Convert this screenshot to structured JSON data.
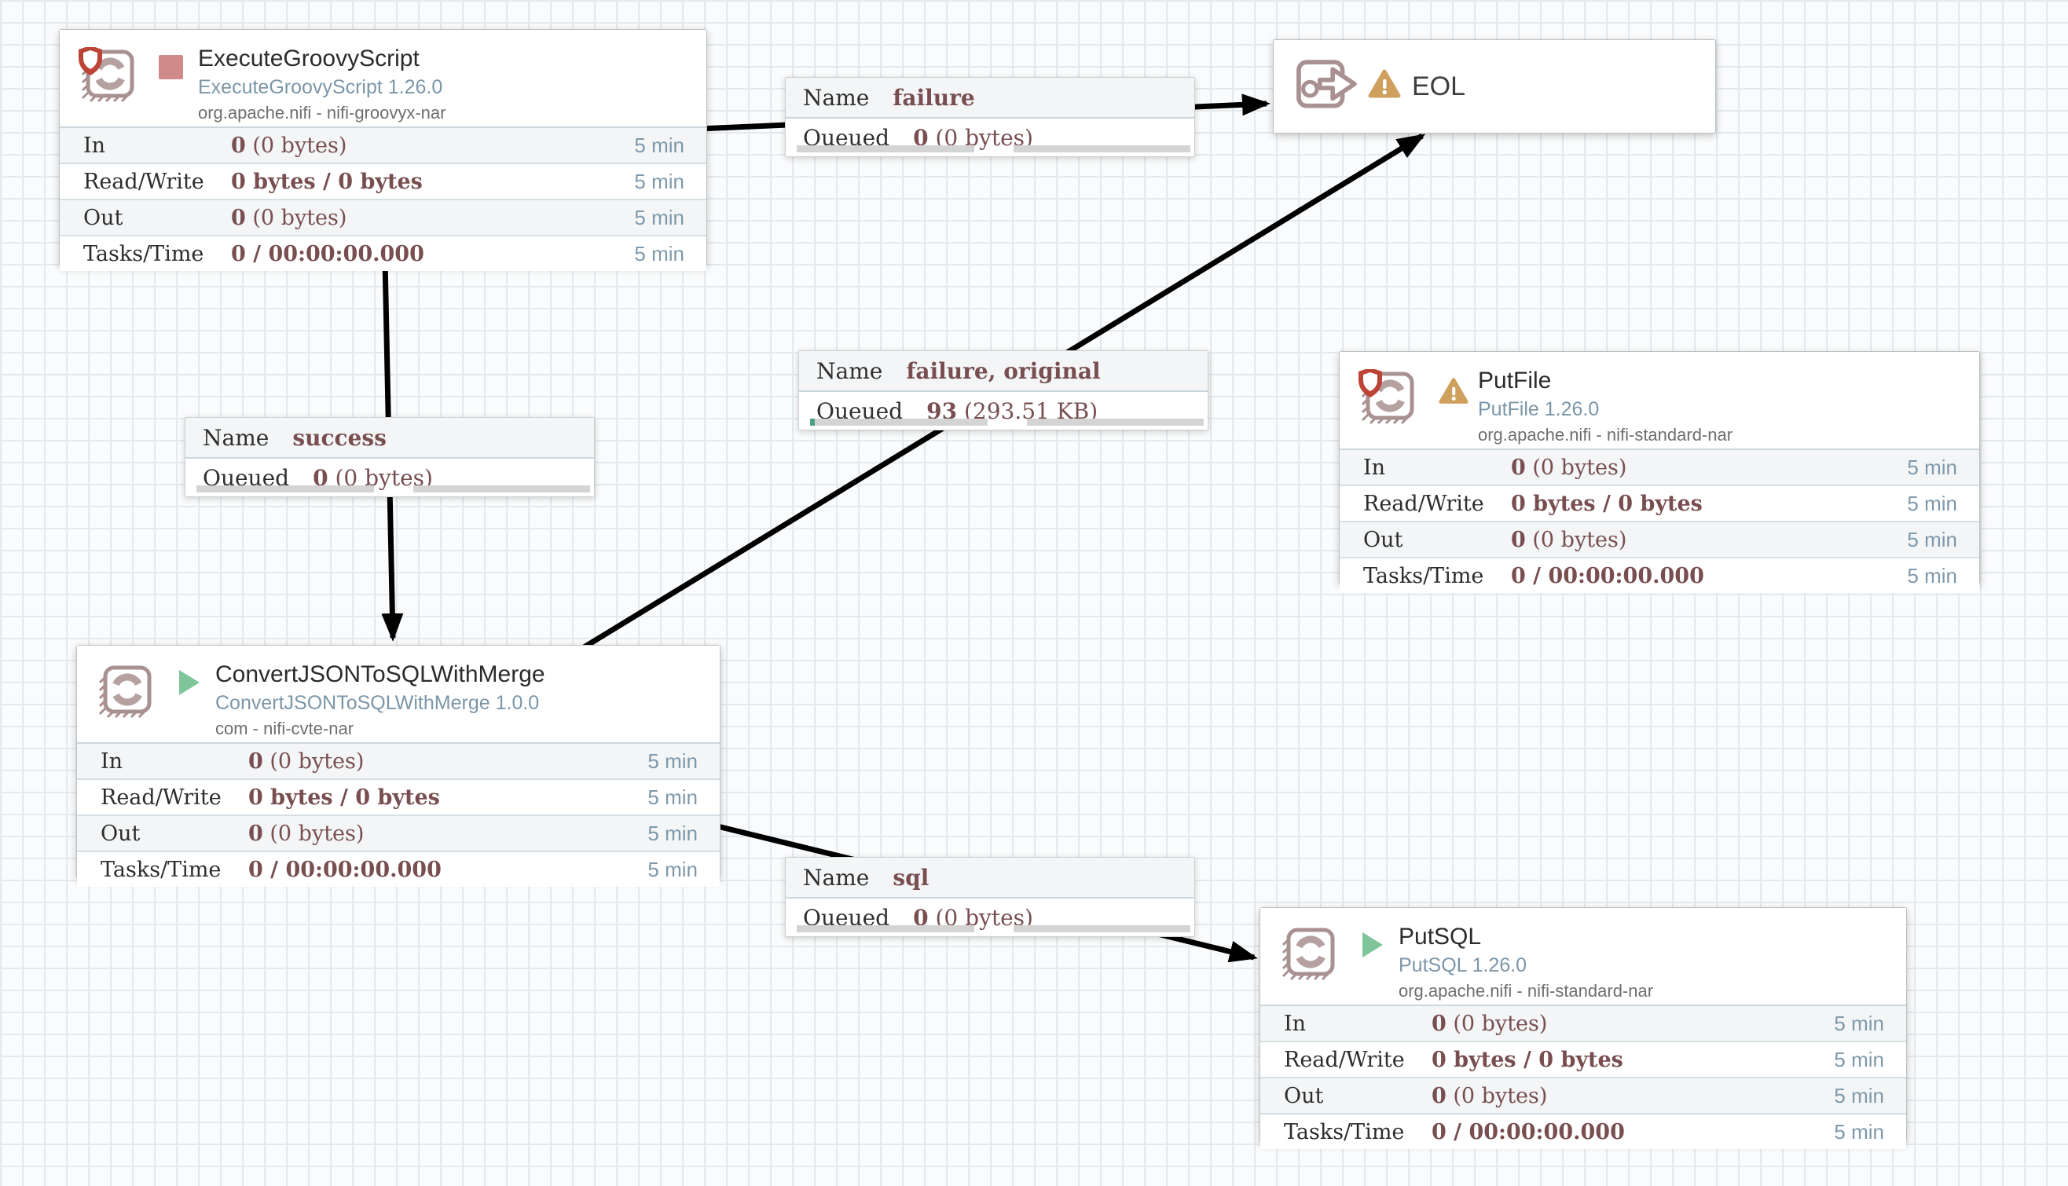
{
  "canvas": {
    "background": "#fafbfc",
    "grid_line": "#e3e9ec"
  },
  "colors": {
    "value_maroon": "#784e50",
    "window_blue": "#7e99ab",
    "version_blue": "#7b96a8",
    "running_green": "#7ec69a",
    "stopped_red": "#d18a8a",
    "warning_amber": "#cf9f5d",
    "icon_mauve": "#a89190",
    "restricted_red": "#bc4437",
    "queue_bar_gray": "#d4d4d4",
    "queue_bar_fill_green": "#4c9e86"
  },
  "processors": [
    {
      "title": "ExecuteGroovyScript",
      "version": "ExecuteGroovyScript 1.26.0",
      "bundle": "org.apache.nifi - nifi-groovyx-nar",
      "state": "stopped",
      "restricted": true,
      "stats": [
        {
          "label": "In",
          "bold": "0",
          "rest": " (0 bytes)",
          "window": "5 min"
        },
        {
          "label": "Read/Write",
          "bold": "0 bytes / 0 bytes",
          "rest": "",
          "window": "5 min"
        },
        {
          "label": "Out",
          "bold": "0",
          "rest": " (0 bytes)",
          "window": "5 min"
        },
        {
          "label": "Tasks/Time",
          "bold": "0 / 00:00:00.000",
          "rest": "",
          "window": "5 min"
        }
      ]
    },
    {
      "title": "PutFile",
      "version": "PutFile 1.26.0",
      "bundle": "org.apache.nifi - nifi-standard-nar",
      "state": "invalid",
      "restricted": true,
      "stats": [
        {
          "label": "In",
          "bold": "0",
          "rest": " (0 bytes)",
          "window": "5 min"
        },
        {
          "label": "Read/Write",
          "bold": "0 bytes / 0 bytes",
          "rest": "",
          "window": "5 min"
        },
        {
          "label": "Out",
          "bold": "0",
          "rest": " (0 bytes)",
          "window": "5 min"
        },
        {
          "label": "Tasks/Time",
          "bold": "0 / 00:00:00.000",
          "rest": "",
          "window": "5 min"
        }
      ]
    },
    {
      "title": "ConvertJSONToSQLWithMerge",
      "version": "ConvertJSONToSQLWithMerge 1.0.0",
      "bundle": "com - nifi-cvte-nar",
      "state": "running",
      "restricted": false,
      "stats": [
        {
          "label": "In",
          "bold": "0",
          "rest": " (0 bytes)",
          "window": "5 min"
        },
        {
          "label": "Read/Write",
          "bold": "0 bytes / 0 bytes",
          "rest": "",
          "window": "5 min"
        },
        {
          "label": "Out",
          "bold": "0",
          "rest": " (0 bytes)",
          "window": "5 min"
        },
        {
          "label": "Tasks/Time",
          "bold": "0 / 00:00:00.000",
          "rest": "",
          "window": "5 min"
        }
      ]
    },
    {
      "title": "PutSQL",
      "version": "PutSQL 1.26.0",
      "bundle": "org.apache.nifi - nifi-standard-nar",
      "state": "running",
      "restricted": false,
      "stats": [
        {
          "label": "In",
          "bold": "0",
          "rest": " (0 bytes)",
          "window": "5 min"
        },
        {
          "label": "Read/Write",
          "bold": "0 bytes / 0 bytes",
          "rest": "",
          "window": "5 min"
        },
        {
          "label": "Out",
          "bold": "0",
          "rest": " (0 bytes)",
          "window": "5 min"
        },
        {
          "label": "Tasks/Time",
          "bold": "0 / 00:00:00.000",
          "rest": "",
          "window": "5 min"
        }
      ]
    }
  ],
  "output_port": {
    "title": "EOL",
    "state": "warning"
  },
  "connections": [
    {
      "name_key": "Name",
      "name": "failure",
      "queued_key": "Queued",
      "queued_bold": "0",
      "queued_rest": " (0 bytes)"
    },
    {
      "name_key": "Name",
      "name": "failure, original",
      "queued_key": "Queued",
      "queued_bold": "93",
      "queued_rest": " (293.51 KB)"
    },
    {
      "name_key": "Name",
      "name": "success",
      "queued_key": "Queued",
      "queued_bold": "0",
      "queued_rest": " (0 bytes)"
    },
    {
      "name_key": "Name",
      "name": "sql",
      "queued_key": "Queued",
      "queued_bold": "0",
      "queued_rest": " (0 bytes)"
    }
  ]
}
